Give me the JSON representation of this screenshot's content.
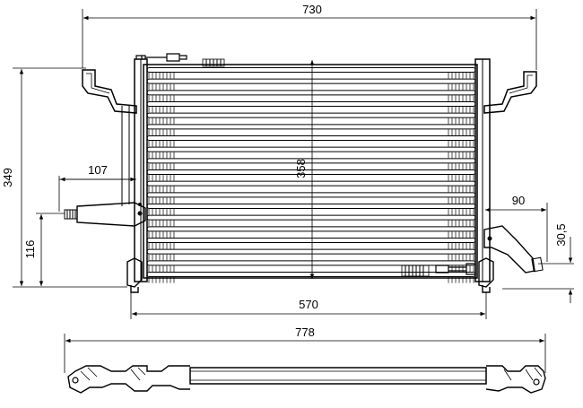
{
  "dimensions": {
    "overall_width": "730",
    "overall_height": "349",
    "core_height": "358",
    "inlet_offset": "107",
    "outlet_offset": "90",
    "lower_height": "116",
    "fitting_height": "30,5",
    "core_width": "570",
    "side_length": "778"
  },
  "colors": {
    "line": "#000000",
    "background": "#ffffff"
  }
}
